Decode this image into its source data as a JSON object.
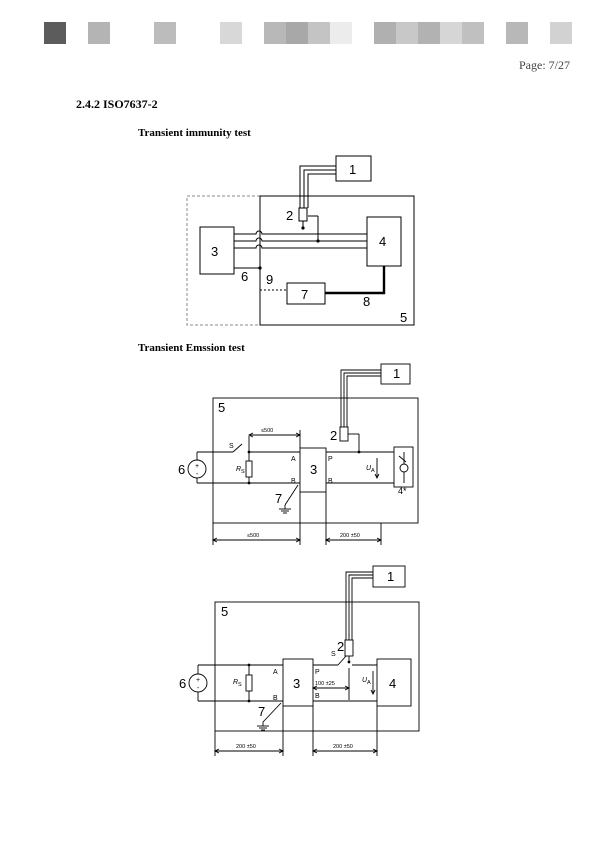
{
  "header": {
    "page_label": "Page: 7/27",
    "logo_tiles": [
      {
        "color": "#5c5c5c"
      },
      {
        "color": "#b4b4b4"
      },
      {
        "color": "#bcbcbc"
      },
      {
        "color": "#d8d8d8"
      },
      {
        "color": "#b8b8b8"
      },
      {
        "color": "#a8a8a8"
      },
      {
        "color": "#c4c4c4"
      },
      {
        "color": "#ececec"
      },
      {
        "color": "#b0b0b0"
      },
      {
        "color": "#c8c8c8"
      },
      {
        "color": "#b2b2b2"
      },
      {
        "color": "#d6d6d6"
      },
      {
        "color": "#c0c0c0"
      },
      {
        "color": "#b8b8b8"
      },
      {
        "color": "#d2d2d2"
      }
    ]
  },
  "section": {
    "title": "2.4.2 ISO7637-2",
    "immunity_heading": "Transient immunity test",
    "emission_heading": "Transient Emssion test"
  },
  "figure1": {
    "labels": {
      "n1": "1",
      "n2": "2",
      "n3": "3",
      "n4": "4",
      "n5": "5",
      "n6": "6",
      "n7": "7",
      "n8": "8",
      "n9": "9"
    }
  },
  "figure2": {
    "labels": {
      "n1": "1",
      "n2": "2",
      "n3": "3",
      "n4": "4*",
      "n5": "5",
      "n6": "6",
      "n7": "7",
      "s": "S",
      "rs": "R",
      "rs_sub": "S",
      "ua": "U",
      "ua_sub": "A",
      "a": "A",
      "b_left": "B",
      "p": "P",
      "b_right": "B",
      "plus": "+",
      "minus": "-"
    },
    "dimensions": {
      "top": "≤500",
      "bottom_left": "≤500",
      "bottom_right": "200 ±50"
    }
  },
  "figure3": {
    "labels": {
      "n1": "1",
      "n2": "2",
      "n3": "3",
      "n4": "4",
      "n5": "5",
      "n6": "6",
      "n7": "7",
      "s": "S",
      "rs": "R",
      "rs_sub": "S",
      "ua": "U",
      "ua_sub": "A",
      "a": "A",
      "b_left": "B",
      "p": "P",
      "b_right": "B",
      "plus": "+",
      "minus": "-"
    },
    "dimensions": {
      "inner": "100 ±25",
      "bottom_left": "200 ±50",
      "bottom_right": "200 ±50"
    }
  }
}
